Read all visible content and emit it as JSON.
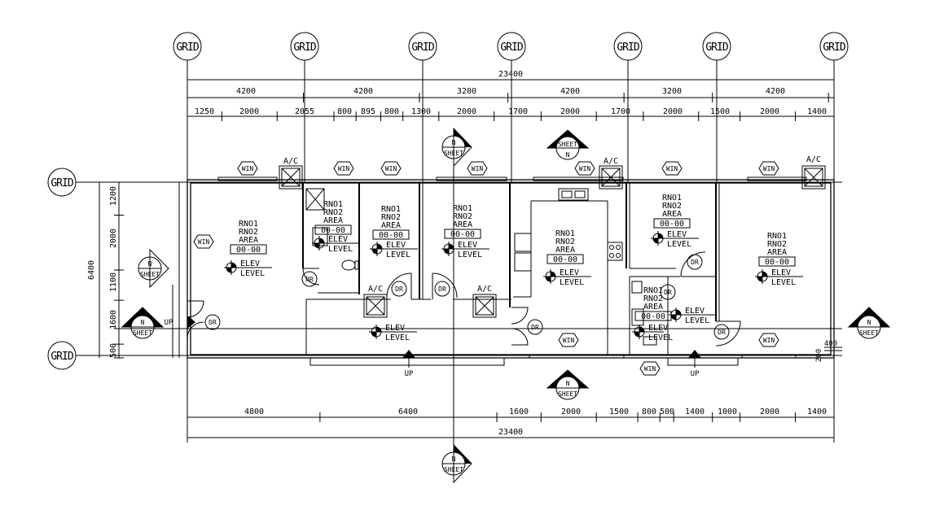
{
  "grid_label": "GRID",
  "dims_top_total": "23400",
  "dims_top_major": [
    "4200",
    "4200",
    "3200",
    "4200",
    "3200",
    "4200"
  ],
  "dims_top_minor": [
    "1250",
    "2000",
    "2055",
    "800",
    "895",
    "800",
    "1300",
    "2000",
    "1700",
    "2000",
    "1700",
    "2000",
    "1500",
    "2000",
    "1400"
  ],
  "dims_bottom_total": "23400",
  "dims_bottom": [
    "4800",
    "6400",
    "1600",
    "2000",
    "1500",
    "800",
    "500",
    "1400",
    "1000",
    "2000",
    "1400"
  ],
  "dims_left_total": "6400",
  "dims_left": [
    "1200",
    "2000",
    "1100",
    "1600",
    "500"
  ],
  "dims_right": [
    "400",
    "200"
  ],
  "tags": {
    "win": "WIN",
    "ac": "A/C",
    "dr": "DR",
    "up": "UP"
  },
  "section_marker": {
    "top": "N",
    "bottom": "SHEET"
  },
  "room_tag": {
    "line1": "RNO1",
    "line2": "RNO2",
    "line3": "AREA",
    "box": "00-00"
  },
  "level_tag": {
    "line1": "ELEV",
    "line2": "LEVEL"
  }
}
